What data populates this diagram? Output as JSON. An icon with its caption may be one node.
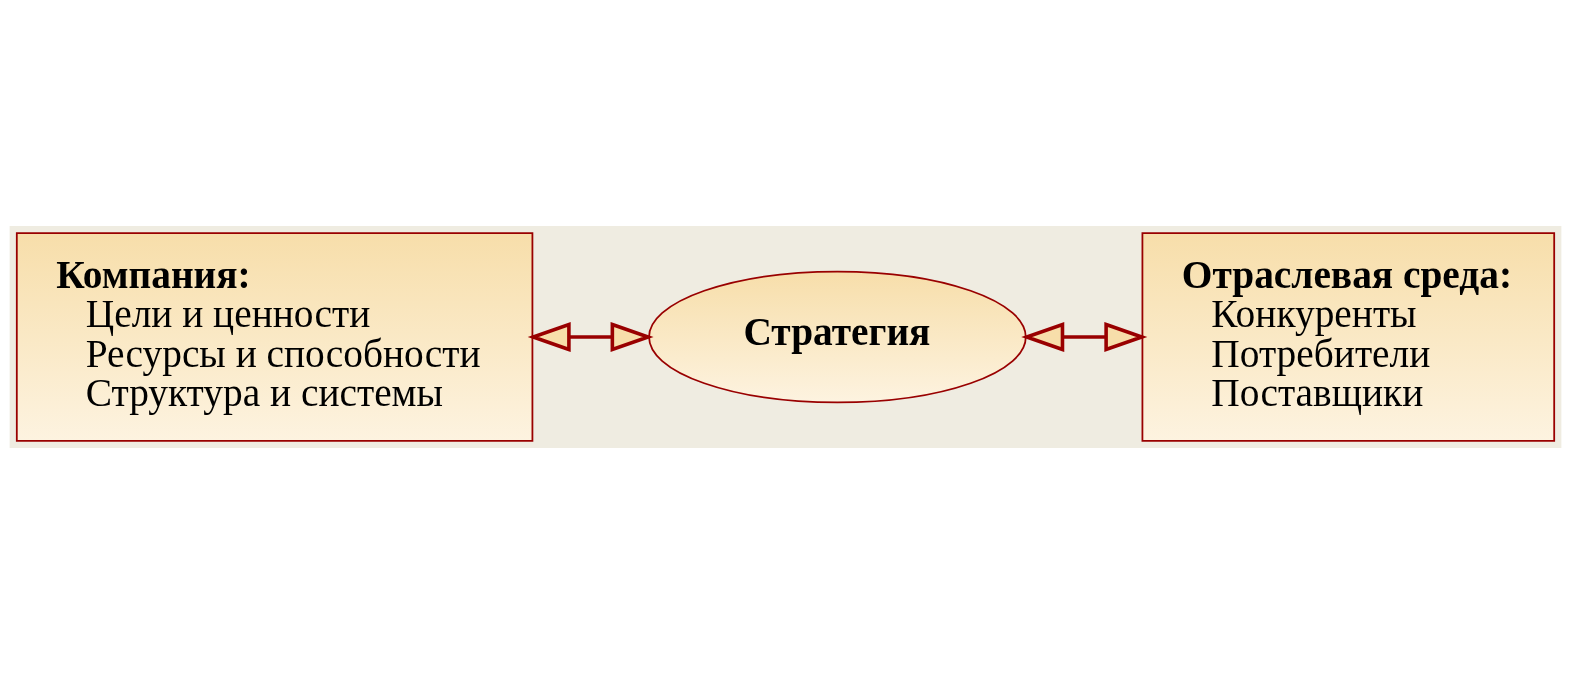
{
  "diagram": {
    "nodes": [
      {
        "text": [
          "Компания:",
          "Цели и ценности",
          "Ресурсы и способности",
          "Структура и системы"
        ]
      },
      {
        "text": [
          "Стратегия"
        ]
      },
      {
        "text": [
          "Отраслевая среда:",
          "Конкуренты",
          "Потребители",
          "Поставщики"
        ]
      }
    ],
    "edges": [
      {
        "from": 0,
        "to": 1,
        "arrow": "both"
      },
      {
        "from": 1,
        "to": 2,
        "arrow": "both"
      }
    ]
  }
}
